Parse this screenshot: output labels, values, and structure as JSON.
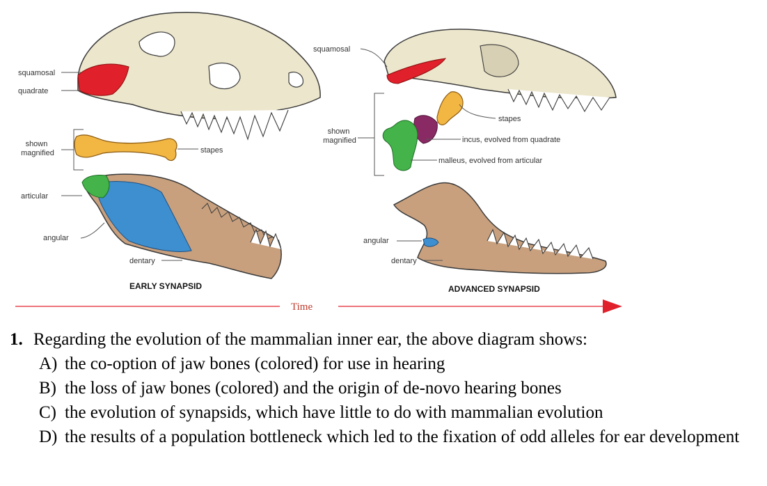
{
  "figure": {
    "left": {
      "labels": {
        "squamosal": "squamosal",
        "quadrate": "quadrate",
        "shown_magnified": [
          "shown",
          "magnified"
        ],
        "stapes": "stapes",
        "articular": "articular",
        "angular": "angular",
        "dentary": "dentary"
      },
      "caption": "EARLY SYNAPSID"
    },
    "right": {
      "labels": {
        "squamosal": "squamosal",
        "shown_magnified": [
          "shown",
          "magnified"
        ],
        "stapes": "stapes",
        "incus": "incus, evolved from quadrate",
        "malleus": "malleus, evolved from articular",
        "angular": "angular",
        "dentary": "dentary"
      },
      "caption": "ADVANCED SYNAPSID"
    },
    "time_label": "Time",
    "colors": {
      "bone": "#ece6cc",
      "bone_outline": "#3a3a3a",
      "squamosal_quadrate": "#e0202a",
      "stapes": "#f2b643",
      "articular": "#43b34a",
      "angular": "#3d8fd0",
      "dentary": "#c8a07e",
      "incus": "#8a2a64",
      "arrow": "#e0202a"
    }
  },
  "question": {
    "number": "1.",
    "stem": "Regarding the evolution of the mammalian inner ear, the above diagram shows:",
    "options": [
      {
        "key": "A)",
        "text": "the co-option of jaw bones (colored) for use in hearing"
      },
      {
        "key": "B)",
        "text": "the loss of jaw bones (colored) and the origin of de-novo hearing bones"
      },
      {
        "key": "C)",
        "text": "the evolution of synapsids, which have little to do with mammalian evolution"
      },
      {
        "key": "D)",
        "text": "the results of a population bottleneck which led to the fixation of odd alleles for ear development"
      }
    ]
  }
}
